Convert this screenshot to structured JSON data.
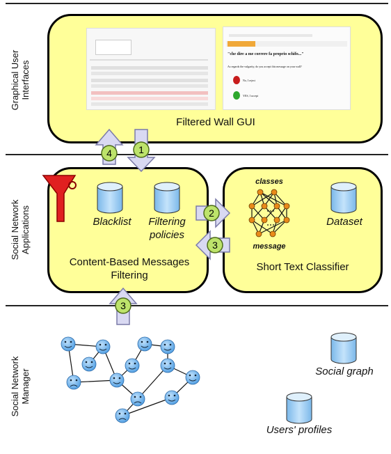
{
  "layers": {
    "gui": "Graphical User Interfaces",
    "apps": "Social Network Applications",
    "manager": "Social Network Manager"
  },
  "filtered_wall": {
    "title": "Filtered Wall GUI",
    "screenshot_prompt_title": "\"che dire a me correre fa proprio schifo...\"",
    "screenshot_prompt_question": "As regards the vulgarity, do you accept this message on your wall?",
    "screenshot_option_no": "No, I reject",
    "screenshot_option_yes": "YES, I accept"
  },
  "cbmf": {
    "title": "Content-Based Messages Filtering",
    "blacklist": "Blacklist",
    "filtering_policies": "Filtering policies"
  },
  "stc": {
    "title": "Short Text Classifier",
    "classes": "classes",
    "message": "message",
    "dataset": "Dataset"
  },
  "snm": {
    "social_graph": "Social graph",
    "users_profiles": "Users' profiles"
  },
  "arrows": [
    "4",
    "1",
    "2",
    "3",
    "3"
  ],
  "colors": {
    "panel": "#ffff99",
    "db": "#a8d4f5",
    "arrow": "#d9d9f2",
    "badge": "#bde36b",
    "funnel": "#e02020",
    "face": "#72b6f0"
  }
}
